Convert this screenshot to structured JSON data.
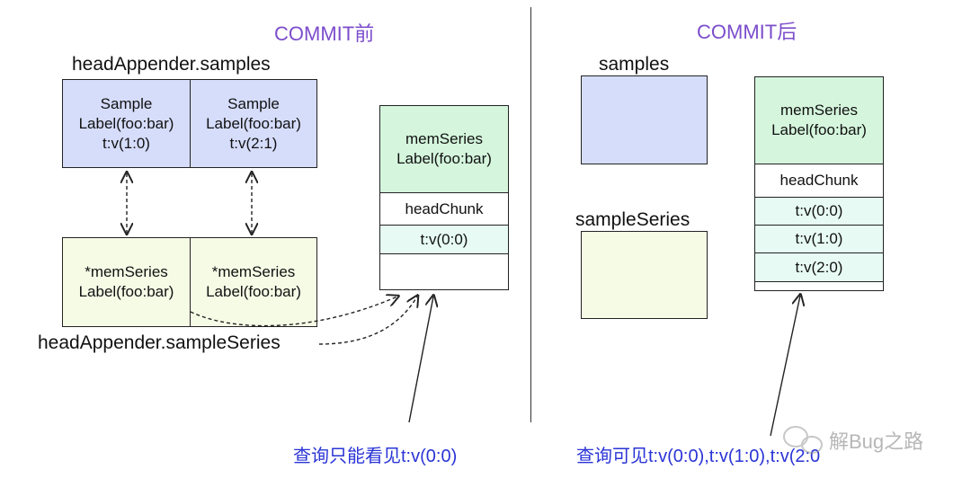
{
  "before": {
    "title": "COMMIT前",
    "samples_label": "headAppender.samples",
    "samples": [
      {
        "text": "Sample\nLabel(foo:bar)\nt:v(1:0)"
      },
      {
        "text": "Sample\nLabel(foo:bar)\nt:v(2:1)"
      }
    ],
    "series_refs": [
      {
        "text": "*memSeries\nLabel(foo:bar)"
      },
      {
        "text": "*memSeries\nLabel(foo:bar)"
      }
    ],
    "sample_series_label": "headAppender.sampleSeries",
    "mem_series": {
      "header": "memSeries\nLabel(foo:bar)",
      "head_chunk": "headChunk",
      "entries": [
        "t:v(0:0)"
      ]
    },
    "caption": "查询只能看见t:v(0:0)"
  },
  "after": {
    "title": "COMMIT后",
    "samples_label": "samples",
    "sample_series_label": "sampleSeries",
    "mem_series": {
      "header": "memSeries\nLabel(foo:bar)",
      "head_chunk": "headChunk",
      "entries": [
        "t:v(0:0)",
        "t:v(1:0)",
        "t:v(2:0)"
      ]
    },
    "caption": "查询可见t:v(0:0),t:v(1:0),t:v(2:0"
  },
  "watermark": "解Bug之路",
  "colors": {
    "title": "#7c4dcc",
    "caption": "#2a34d6",
    "sample_fill": "#d6ddfb",
    "series_fill": "#f6fbe6",
    "memseries_header": "#d5f6dd",
    "chunk_entry": "#e7fbf4"
  }
}
